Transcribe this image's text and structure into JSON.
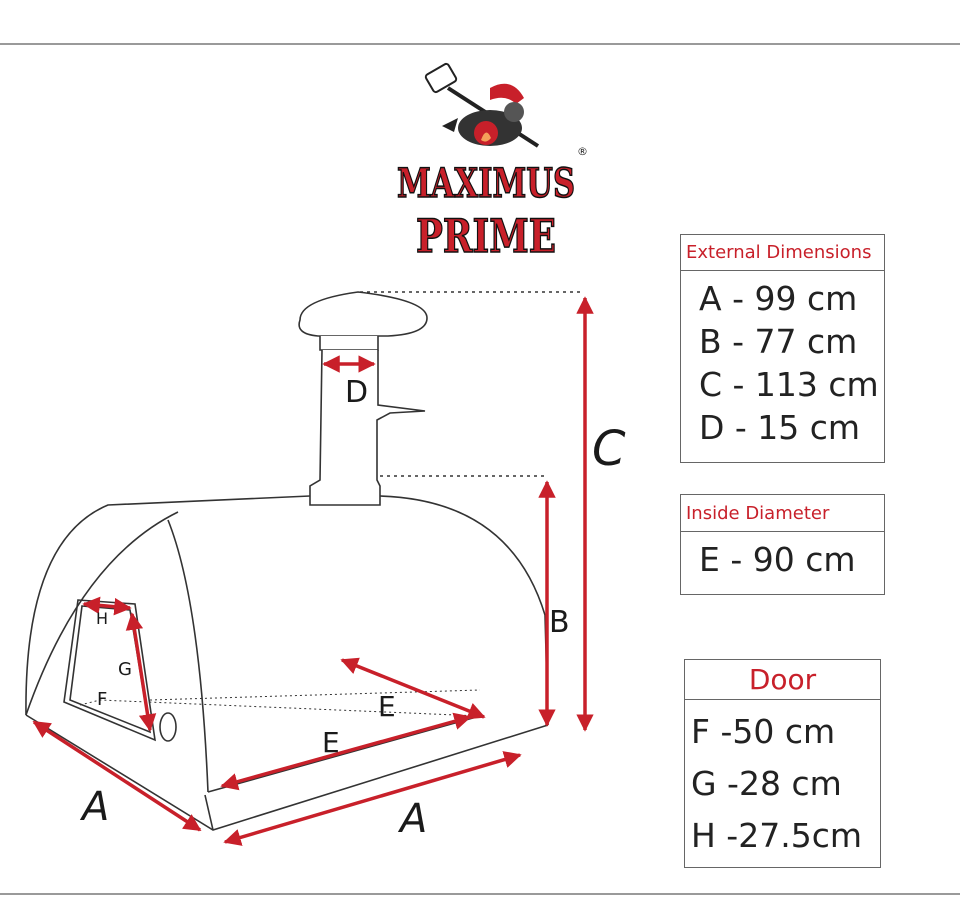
{
  "logo": {
    "line1": "MAXIMUS",
    "line2": "PRIME",
    "registered": "®",
    "icon": "gladiator-with-pizza-peel-icon"
  },
  "external": {
    "title": "External Dimensions",
    "rows": [
      "A - 99  cm",
      "B - 77  cm",
      "C - 113  cm",
      "D - 15  cm"
    ]
  },
  "inside": {
    "title": "Inside Diameter",
    "rows": [
      "E - 90 cm"
    ]
  },
  "door": {
    "title": "Door",
    "rows": [
      "F -50  cm",
      "G -28  cm",
      "H -27.5cm"
    ]
  },
  "labels": {
    "A": "A",
    "B": "B",
    "C": "C",
    "D": "D",
    "E": "E",
    "F": "F",
    "G": "G",
    "H": "H"
  },
  "colors": {
    "accent": "#c8202a",
    "line": "#333333",
    "arrow": "#c8202a"
  }
}
